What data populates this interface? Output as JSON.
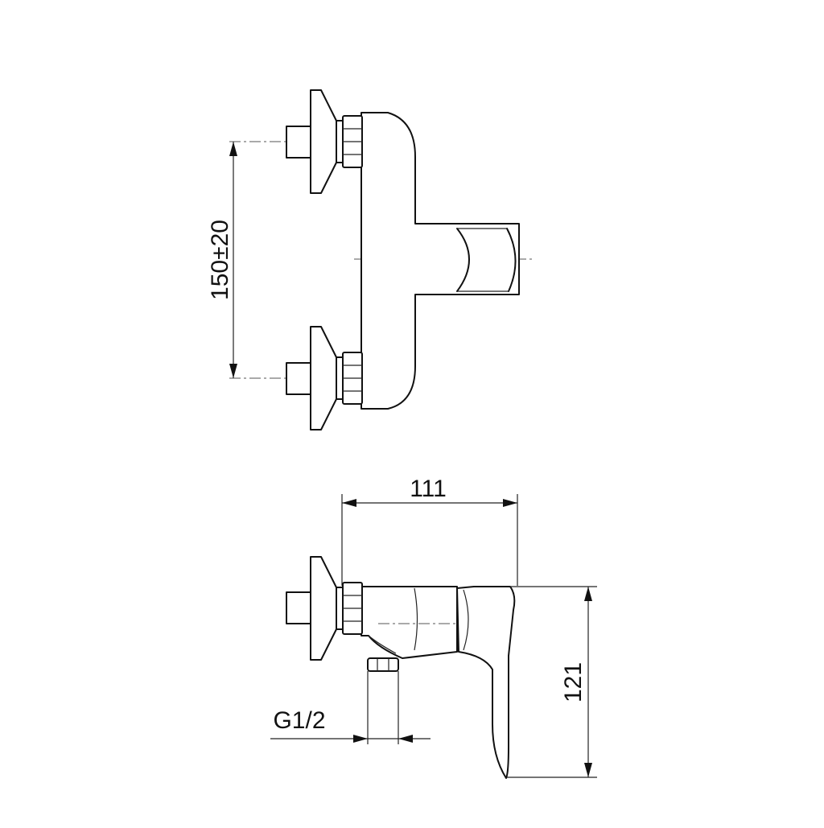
{
  "dimensions": {
    "inlet_spacing": "150±20",
    "depth": "111",
    "height": "121",
    "connection_thread": "G1/2"
  },
  "colors": {
    "line": "#111111",
    "background": "#ffffff"
  }
}
